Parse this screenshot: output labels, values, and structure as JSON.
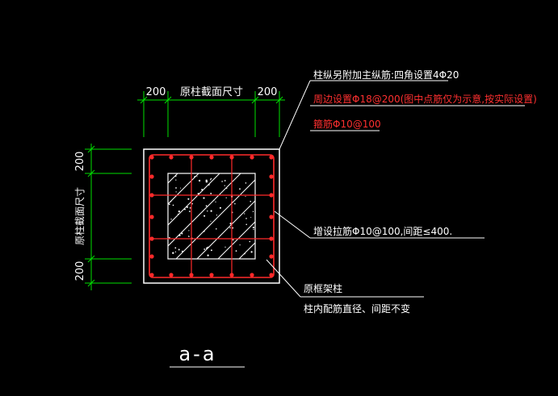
{
  "colors": {
    "background": "#000000",
    "dimension": "#00e000",
    "outline": "#ffffff",
    "rebar": "#ff2a2a",
    "annotation_white": "#ffffff",
    "annotation_red": "#ff3030"
  },
  "dimensions": {
    "top_left": "200",
    "top_right": "200",
    "top_middle": "原柱截面尺寸",
    "left_top": "200",
    "left_bottom": "200",
    "left_middle": "原柱截面尺寸"
  },
  "annotations": {
    "main_rebar": "柱纵另附加主纵筋:四角设置4Φ20",
    "perimeter_rebar": "周边设置Φ18@200(图中点筋仅为示意,按实际设置)",
    "stirrup": "箍筋Φ10@100",
    "tie_bar": "增设拉筋Φ10@100,间距≤400.",
    "original_column": "原框架柱",
    "original_note": "柱内配筋直径、间距不变"
  },
  "section_label": "a-a"
}
